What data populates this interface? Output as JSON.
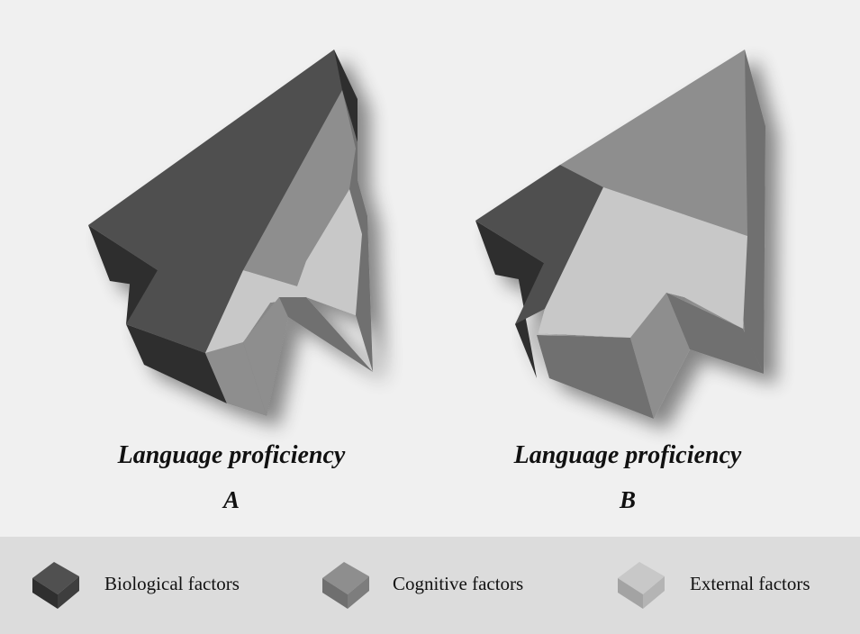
{
  "colors": {
    "background": "#f0f0f0",
    "legend_background": "#dcdcdc",
    "biological": {
      "top": "#505050",
      "side": "#2f2f2f"
    },
    "cognitive": {
      "top": "#8e8e8e",
      "side": "#6f6f6f"
    },
    "external": {
      "top": "#c8c8c8",
      "side": "#a3a3a3"
    }
  },
  "diagrams": [
    {
      "title": "Language proficiency",
      "letter": "A"
    },
    {
      "title": "Language proficiency",
      "letter": "B"
    }
  ],
  "legend": [
    {
      "label": "Biological factors",
      "icon": "biological-cube-icon"
    },
    {
      "label": "Cognitive factors",
      "icon": "cognitive-cube-icon"
    },
    {
      "label": "External factors",
      "icon": "external-cube-icon"
    }
  ]
}
